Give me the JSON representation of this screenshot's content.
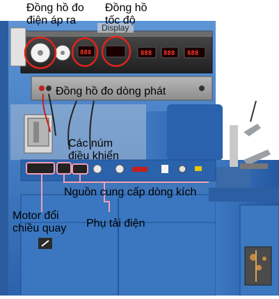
{
  "labels": {
    "voltmeter_line1": "Đồng hồ đo",
    "voltmeter_line2": "điện áp ra",
    "speedometer_line1": "Đồng hồ",
    "speedometer_line2": "tốc độ",
    "display_fragment": "Display",
    "current_meter": "Đồng hồ đo dòng phát",
    "controls_line1": "Các núm",
    "controls_line2": "điều khiển",
    "excitation_supply": "Nguồn cung cấp dòng kích",
    "motor_line1": "Motor đổi",
    "motor_line2": "chiều quay",
    "load": "Phụ tải điện"
  },
  "readouts": [
    "888",
    "888",
    "888",
    "888"
  ],
  "colors": {
    "machine_blue": "#2f6db6",
    "panel_dark": "#2b2b2b",
    "highlight_red": "#e0241b",
    "callout_pink": "#f2a0b4"
  }
}
